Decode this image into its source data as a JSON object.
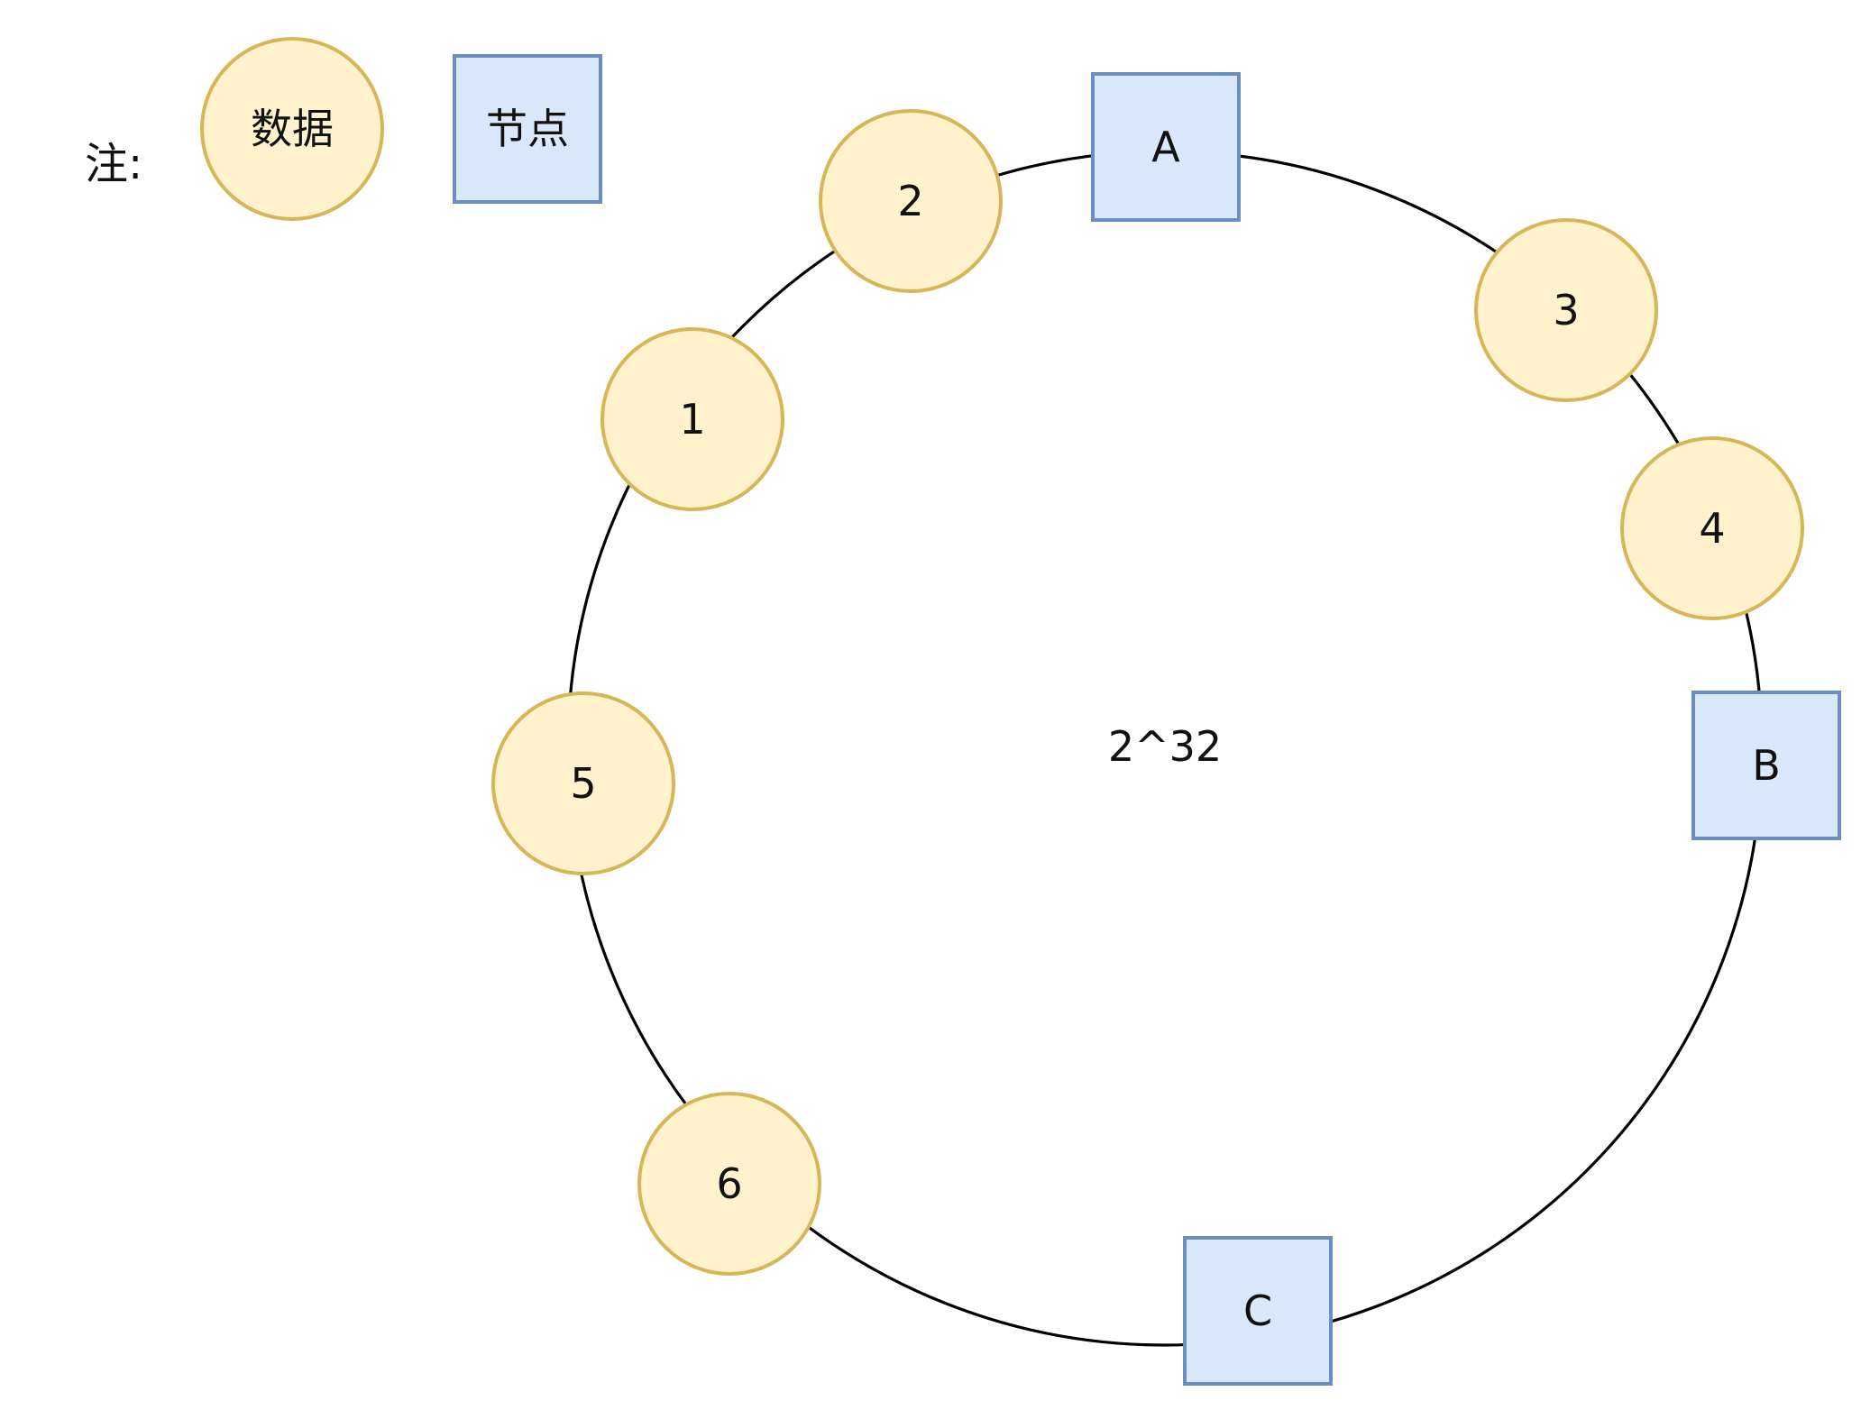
{
  "legend": {
    "note_label": "注:",
    "data_label": "数据",
    "node_label": "节点"
  },
  "ring": {
    "center_label": "2^32"
  },
  "nodes": [
    "A",
    "B",
    "C"
  ],
  "data_items": [
    "1",
    "2",
    "3",
    "4",
    "5",
    "6"
  ],
  "colors": {
    "data_fill": "#fff2cc",
    "data_stroke": "#d6b656",
    "node_fill": "#dae8fc",
    "node_stroke": "#6c8ebf",
    "ring_stroke": "#000000",
    "text": "#111111"
  }
}
